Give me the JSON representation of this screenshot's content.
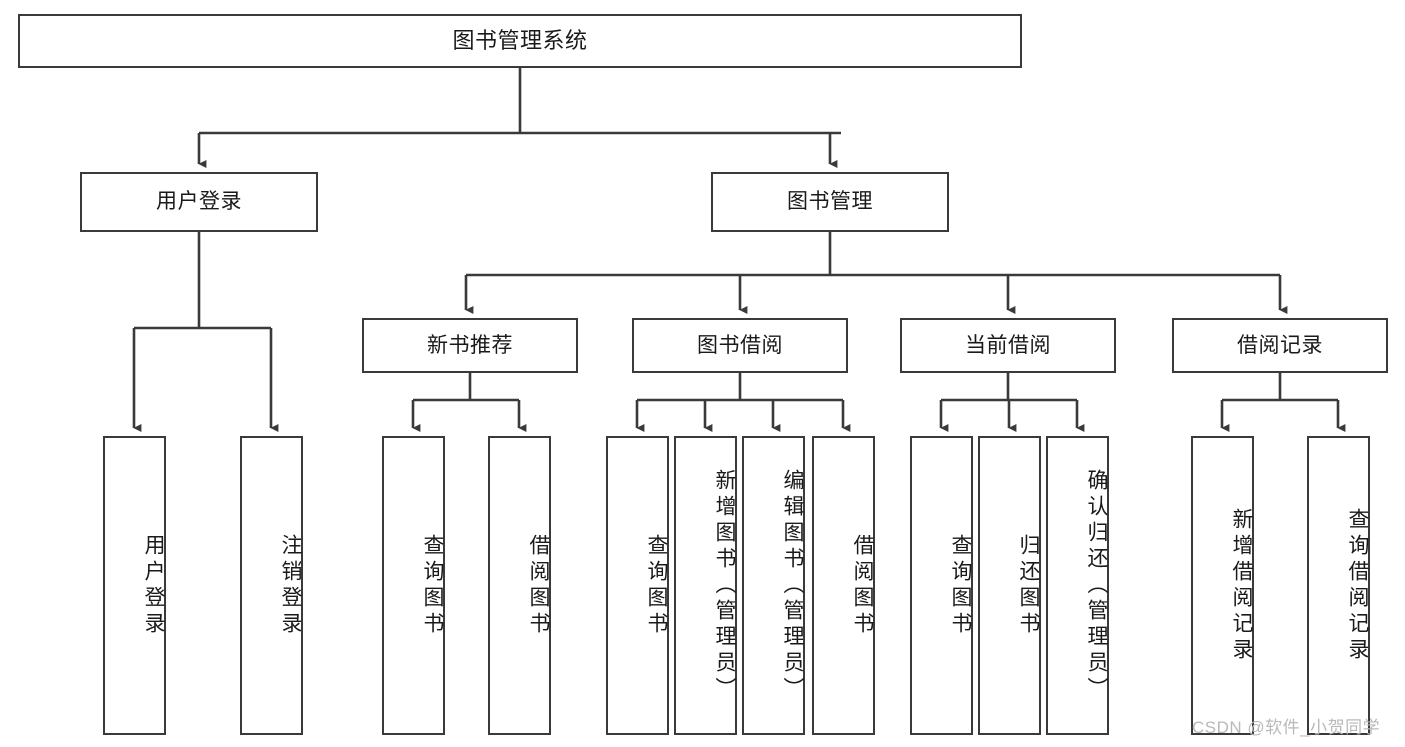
{
  "diagram": {
    "type": "tree",
    "title": "图书管理系统",
    "orientation": "top-down",
    "colors": {
      "box_border": "#3a3a3a",
      "box_fill": "#ffffff",
      "edge": "#3a3a3a",
      "text": "#1a1a1a",
      "watermark": "#b9b9b9"
    },
    "nodes": {
      "root": {
        "label": "图书管理系统",
        "level": 0,
        "orientation": "horizontal"
      },
      "l1": [
        {
          "id": "user_login",
          "label": "用户登录",
          "orientation": "horizontal"
        },
        {
          "id": "book_mgmt",
          "label": "图书管理",
          "orientation": "horizontal"
        }
      ],
      "l2": [
        {
          "id": "new_book_rec",
          "label": "新书推荐",
          "orientation": "horizontal",
          "parent": "book_mgmt"
        },
        {
          "id": "book_borrow",
          "label": "图书借阅",
          "orientation": "horizontal",
          "parent": "book_mgmt"
        },
        {
          "id": "current_borrow",
          "label": "当前借阅",
          "orientation": "horizontal",
          "parent": "book_mgmt"
        },
        {
          "id": "borrow_record",
          "label": "借阅记录",
          "orientation": "horizontal",
          "parent": "book_mgmt"
        }
      ],
      "leaves": [
        {
          "id": "leaf_user_login",
          "label": "用户登录",
          "parent": "user_login",
          "orientation": "vertical"
        },
        {
          "id": "leaf_user_logout",
          "label": "注销登录",
          "parent": "user_login",
          "orientation": "vertical"
        },
        {
          "id": "leaf_query_book_1",
          "label": "查询图书",
          "parent": "new_book_rec",
          "orientation": "vertical"
        },
        {
          "id": "leaf_borrow_book_1",
          "label": "借阅图书",
          "parent": "new_book_rec",
          "orientation": "vertical"
        },
        {
          "id": "leaf_query_book_2",
          "label": "查询图书",
          "parent": "book_borrow",
          "orientation": "vertical"
        },
        {
          "id": "leaf_add_book",
          "label": "新增图书（管理员）",
          "parent": "book_borrow",
          "orientation": "vertical"
        },
        {
          "id": "leaf_edit_book",
          "label": "编辑图书（管理员）",
          "parent": "book_borrow",
          "orientation": "vertical"
        },
        {
          "id": "leaf_borrow_book_2",
          "label": "借阅图书",
          "parent": "book_borrow",
          "orientation": "vertical"
        },
        {
          "id": "leaf_query_book_3",
          "label": "查询图书",
          "parent": "current_borrow",
          "orientation": "vertical"
        },
        {
          "id": "leaf_return_book",
          "label": "归还图书",
          "parent": "current_borrow",
          "orientation": "vertical"
        },
        {
          "id": "leaf_confirm_return",
          "label": "确认归还（管理员）",
          "parent": "current_borrow",
          "orientation": "vertical"
        },
        {
          "id": "leaf_add_record",
          "label": "新增借阅记录",
          "parent": "borrow_record",
          "orientation": "vertical"
        },
        {
          "id": "leaf_query_record",
          "label": "查询借阅记录",
          "parent": "borrow_record",
          "orientation": "vertical"
        }
      ]
    },
    "watermark": "CSDN @软件_小贺同学"
  }
}
